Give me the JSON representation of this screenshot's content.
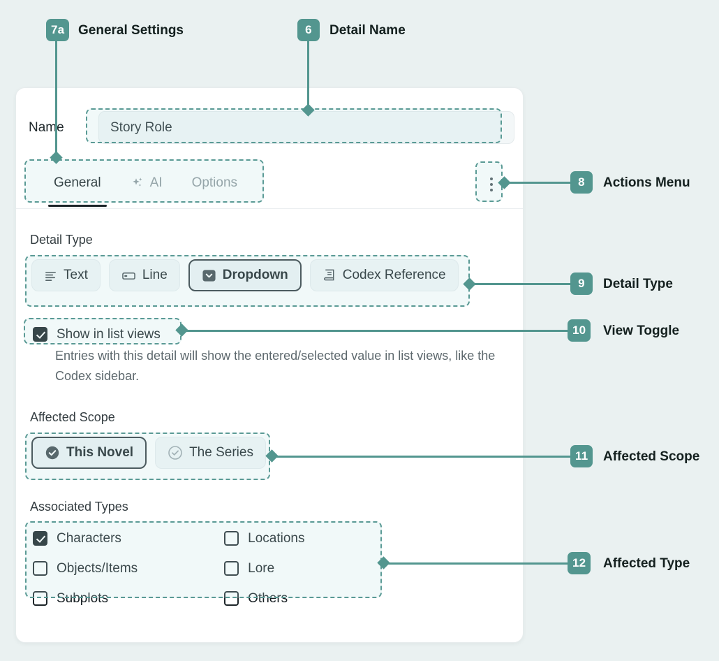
{
  "page": {
    "background_color": "#eaf1f1",
    "accent_color": "#53968f",
    "panel_color": "#ffffff"
  },
  "annotations": [
    {
      "number": "7a",
      "label": "General Settings"
    },
    {
      "number": "6",
      "label": "Detail Name"
    },
    {
      "number": "8",
      "label": "Actions Menu"
    },
    {
      "number": "9",
      "label": "Detail Type"
    },
    {
      "number": "10",
      "label": "View Toggle"
    },
    {
      "number": "11",
      "label": "Affected Scope"
    },
    {
      "number": "12",
      "label": "Affected Type"
    }
  ],
  "form": {
    "name_label": "Name",
    "name_value": "Story Role",
    "name_placeholder": "Story Role"
  },
  "tabs": [
    {
      "label": "General",
      "icon": "",
      "active": true
    },
    {
      "label": "AI",
      "icon": "sparkle-icon",
      "active": false
    },
    {
      "label": "Options",
      "icon": "",
      "active": false
    }
  ],
  "actions_menu": {
    "icon": "kebab-menu-icon"
  },
  "detail_type": {
    "label": "Detail Type",
    "options": [
      {
        "label": "Text",
        "icon": "text-align-icon",
        "selected": false
      },
      {
        "label": "Line",
        "icon": "line-input-icon",
        "selected": false
      },
      {
        "label": "Dropdown",
        "icon": "dropdown-icon",
        "selected": true
      },
      {
        "label": "Codex Reference",
        "icon": "book-icon",
        "selected": false
      }
    ]
  },
  "view_toggle": {
    "label": "Show in list views",
    "checked": true,
    "description": "Entries with this detail will show the entered/selected value in list views, like the Codex sidebar."
  },
  "affected_scope": {
    "label": "Affected Scope",
    "options": [
      {
        "label": "This Novel",
        "icon": "check-circle-filled-icon",
        "selected": true
      },
      {
        "label": "The Series",
        "icon": "check-circle-outline-icon",
        "selected": false
      }
    ]
  },
  "associated_types": {
    "label": "Associated Types",
    "column_left": [
      {
        "label": "Characters",
        "checked": true
      },
      {
        "label": "Objects/Items",
        "checked": false
      },
      {
        "label": "Subplots",
        "checked": false
      }
    ],
    "column_right": [
      {
        "label": "Locations",
        "checked": false
      },
      {
        "label": "Lore",
        "checked": false
      },
      {
        "label": "Others",
        "checked": false
      }
    ]
  }
}
